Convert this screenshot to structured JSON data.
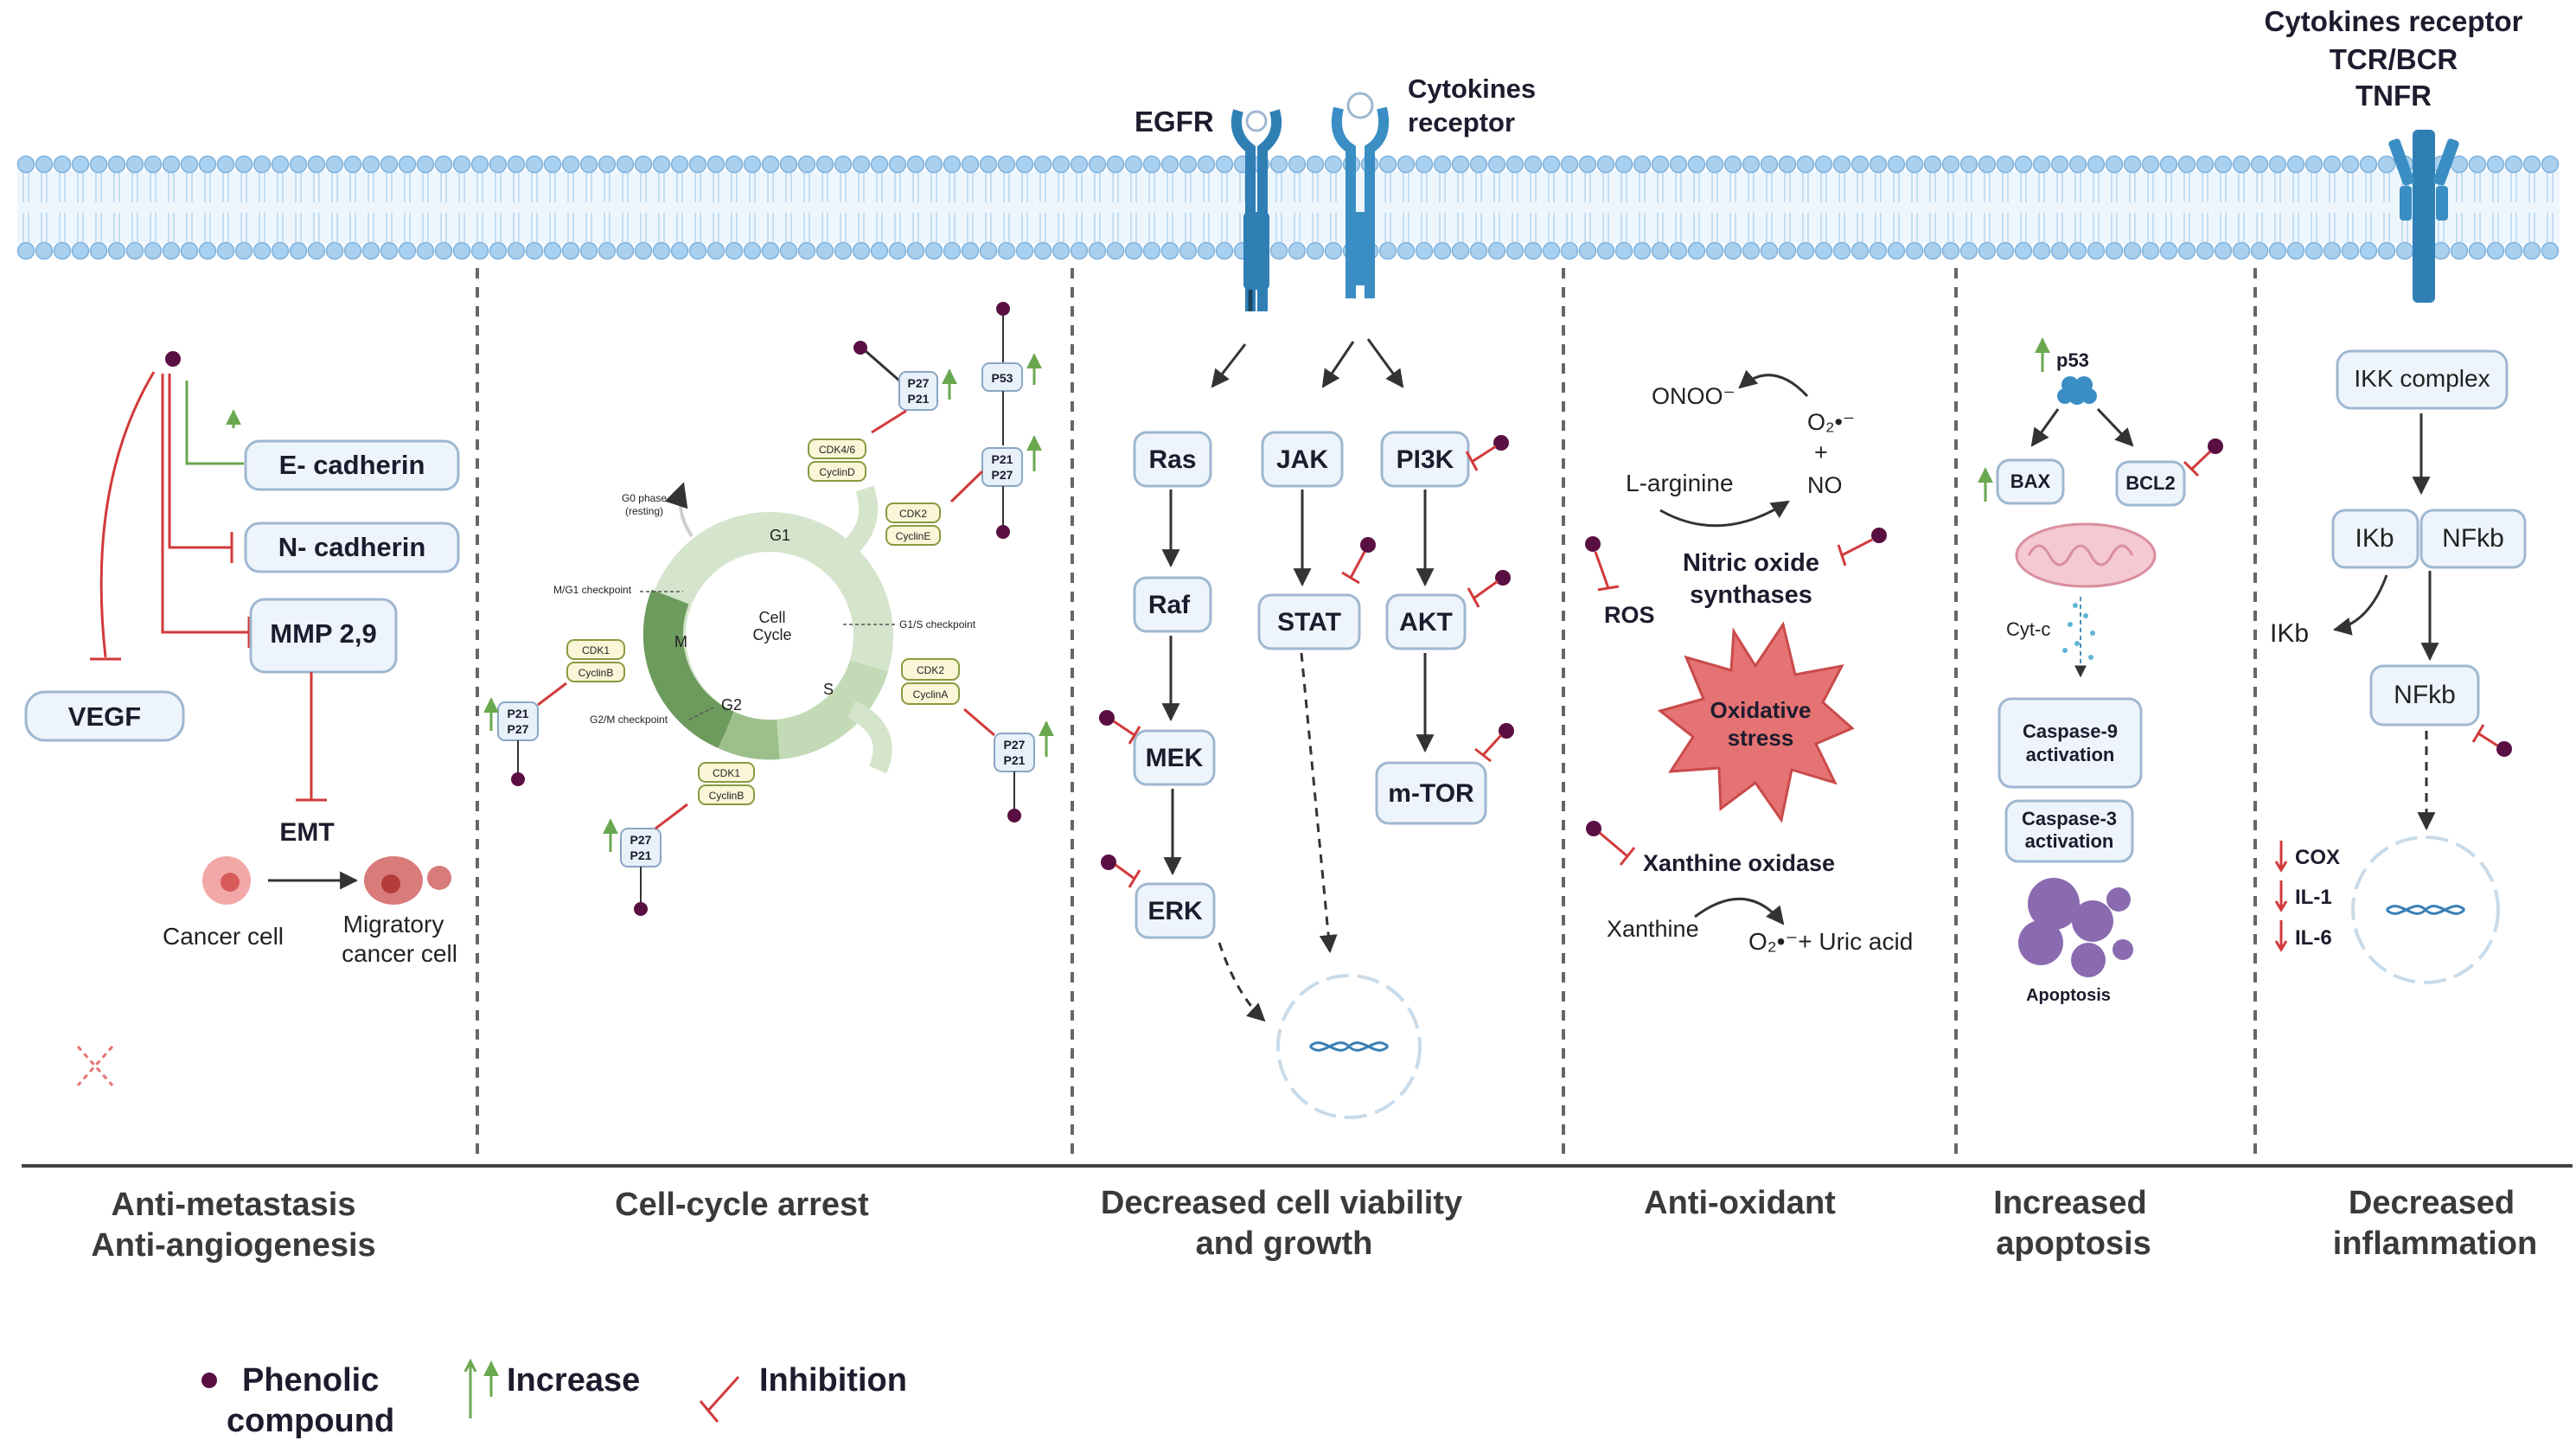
{
  "receptors": {
    "egfr": "EGFR",
    "cytokines_receptor": [
      "Cytokines",
      "receptor"
    ],
    "right_receptor": [
      "Cytokines receptor",
      "TCR/BCR",
      "TNFR"
    ]
  },
  "metastasis": {
    "e_cadherin": "E- cadherin",
    "n_cadherin": "N- cadherin",
    "mmp": "MMP 2,9",
    "vegf": "VEGF",
    "emt": "EMT",
    "cancer_cell": "Cancer cell",
    "migratory_cell": [
      "Migratory",
      "cancer cell"
    ]
  },
  "cell_cycle": {
    "center": [
      "Cell",
      "Cycle"
    ],
    "phases": {
      "g1": "G1",
      "s": "S",
      "g2": "G2",
      "m": "M"
    },
    "g0": [
      "G0 phase",
      "(resting)"
    ],
    "mg1_checkpoint": "M/G1 checkpoint",
    "g1s_checkpoint": "G1/S checkpoint",
    "g2m_checkpoint": "G2/M checkpoint",
    "complexes": {
      "cdk46": [
        "CDK4/6",
        "CyclinD"
      ],
      "cdk2e": [
        "CDK2",
        "CyclinE"
      ],
      "cdk2a": [
        "CDK2",
        "CyclinA"
      ],
      "cdk1b": [
        "CDK1",
        "CyclinB"
      ],
      "cdk1b2": [
        "CDK1",
        "CyclinB"
      ]
    },
    "regulators": {
      "p27p21_top": [
        "P27",
        "P21"
      ],
      "p53": "P53",
      "p21p27_right": [
        "P21",
        "P27"
      ],
      "p27p21_right": [
        "P27",
        "P21"
      ],
      "p21p27_left": [
        "P21",
        "P27"
      ],
      "p27p21_bottom": [
        "P27",
        "P21"
      ]
    }
  },
  "signaling": {
    "ras": "Ras",
    "raf": "Raf",
    "mek": "MEK",
    "erk": "ERK",
    "jak": "JAK",
    "stat": "STAT",
    "pi3k": "PI3K",
    "akt": "AKT",
    "mtor": "m-TOR"
  },
  "antioxidant": {
    "onoo": "ONOO⁻",
    "o2": "O₂•⁻",
    "plus": "+",
    "no": "NO",
    "l_arginine": "L-arginine",
    "nos": [
      "Nitric oxide",
      "synthases"
    ],
    "ros": "ROS",
    "oxidative": [
      "Oxidative",
      "stress"
    ],
    "xanthine_oxidase": "Xanthine oxidase",
    "xanthine": "Xanthine",
    "products": "O₂•⁻+ Uric acid"
  },
  "apoptosis": {
    "p53": "p53",
    "bax": "BAX",
    "bcl2": "BCL2",
    "cytc": "Cyt-c",
    "casp9": [
      "Caspase-9",
      "activation"
    ],
    "casp3": [
      "Caspase-3",
      "activation"
    ],
    "apoptosis": "Apoptosis"
  },
  "inflammation": {
    "ikk": "IKK complex",
    "ikb": "IKb",
    "nfkb": "NFkb",
    "ikb_free": "IKb",
    "nfkb_free": "NFkb",
    "cox": "COX",
    "il1": "IL-1",
    "il6": "IL-6"
  },
  "sections": {
    "s1": [
      "Anti-metastasis",
      "Anti-angiogenesis"
    ],
    "s2": [
      "Cell-cycle arrest"
    ],
    "s3": [
      "Decreased cell viability",
      "and growth"
    ],
    "s4": [
      "Anti-oxidant"
    ],
    "s5": [
      "Increased",
      "apoptosis"
    ],
    "s6": [
      "Decreased",
      "inflammation"
    ]
  },
  "legend": {
    "phenolic": [
      "Phenolic",
      "compound"
    ],
    "increase": "Increase",
    "inhibition": "Inhibition"
  },
  "colors": {
    "phenolic_dot": "#5a0f42",
    "inhibition": "#d23a3a",
    "increase": "#6aa84f",
    "membrane": "#a9d0ef",
    "receptor": "#2f7fb5",
    "box_fill": "#eef4fb",
    "box_stroke": "#9fb7d1",
    "star": "#e57373"
  }
}
